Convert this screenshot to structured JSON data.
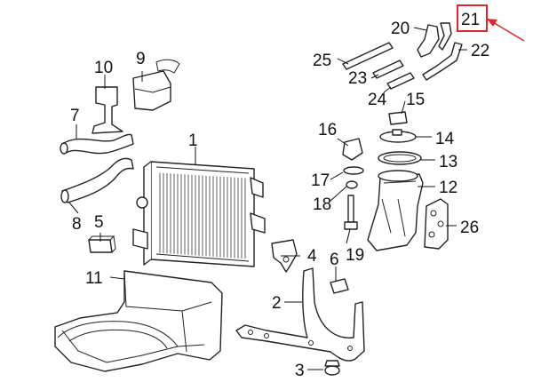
{
  "diagram": {
    "callouts": [
      {
        "id": "1",
        "text": "1"
      },
      {
        "id": "2",
        "text": "2"
      },
      {
        "id": "3",
        "text": "3"
      },
      {
        "id": "4",
        "text": "4"
      },
      {
        "id": "5",
        "text": "5"
      },
      {
        "id": "6",
        "text": "6"
      },
      {
        "id": "7",
        "text": "7"
      },
      {
        "id": "8",
        "text": "8"
      },
      {
        "id": "9",
        "text": "9"
      },
      {
        "id": "10",
        "text": "10"
      },
      {
        "id": "11",
        "text": "11"
      },
      {
        "id": "12",
        "text": "12"
      },
      {
        "id": "13",
        "text": "13"
      },
      {
        "id": "14",
        "text": "14"
      },
      {
        "id": "15",
        "text": "15"
      },
      {
        "id": "16",
        "text": "16"
      },
      {
        "id": "17",
        "text": "17"
      },
      {
        "id": "18",
        "text": "18"
      },
      {
        "id": "19",
        "text": "19"
      },
      {
        "id": "20",
        "text": "20"
      },
      {
        "id": "21",
        "text": "21"
      },
      {
        "id": "22",
        "text": "22"
      },
      {
        "id": "23",
        "text": "23"
      },
      {
        "id": "24",
        "text": "24"
      },
      {
        "id": "25",
        "text": "25"
      },
      {
        "id": "26",
        "text": "26"
      }
    ],
    "highlighted_callout": "21",
    "highlight_color": "#e0262b",
    "line_color": "#222222"
  }
}
